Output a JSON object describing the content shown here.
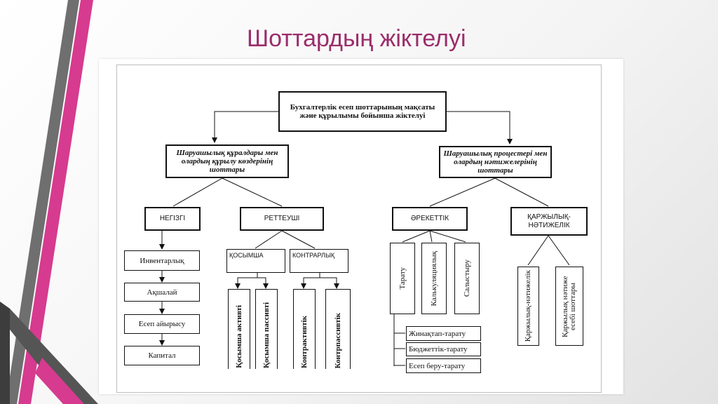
{
  "slide": {
    "title": "Шоттардың жіктелуі"
  },
  "diagram": {
    "root": "Бухгалтерлік есеп шоттарының мақсаты және құрылымы бойынша жіктелуі",
    "left_branch": "Шаруашылық құралдары мен олардың құрылу көздерінің шоттары",
    "right_branch": "Шаруашылық процестері мен олардың нәтижелерінің шоттары",
    "basic": "НЕГІЗГІ",
    "regulating": "РЕТТЕУШІ",
    "operating": "ӘРЕКЕТТІК",
    "financial_result": "ҚАРЖЫЛЫҚ-НӘТИЖЕЛІК",
    "basic_items": [
      "Инвентарлық",
      "Ақшалай",
      "Есеп айырысу",
      "Капитал"
    ],
    "additional": "ҚОСЫМША",
    "contra": "КОНТРАРЛЫҚ",
    "additional_items": [
      "Қосымша активті",
      "Қосымша пассивті"
    ],
    "contra_items": [
      "Контрактивтік",
      "Контрпассивтік"
    ],
    "operating_items": [
      "Тарату",
      "Калькуляциялық",
      "Салыстыру"
    ],
    "distribution_items": [
      "Жинақтап-тарату",
      "Бюджеттік-тарату",
      "Есеп беру-тарату"
    ],
    "financial_items": [
      "Қаржылық-нәтижелік",
      "Қаржылық нәтиже есебі шоттары"
    ]
  }
}
